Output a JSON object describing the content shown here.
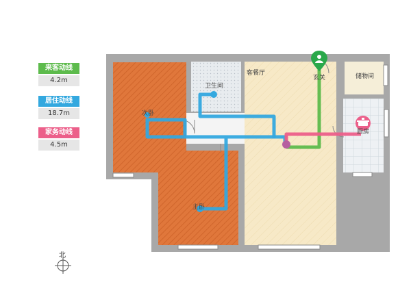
{
  "legend": [
    {
      "name": "来客动线",
      "value": "4.2m",
      "color": "#5dbb4c"
    },
    {
      "name": "居住动线",
      "value": "18.7m",
      "color": "#33a8df"
    },
    {
      "name": "家务动线",
      "value": "4.5m",
      "color": "#ec5f8a"
    }
  ],
  "rooms": {
    "second_bedroom": "次卧",
    "bathroom": "卫生间",
    "living_dining": "客餐厅",
    "entrance": "玄关",
    "storage": "储物间",
    "kitchen": "厨房",
    "master_bedroom": "主卧"
  },
  "compass": {
    "label": "北"
  },
  "icons": {
    "guest": "person-pin-icon",
    "kitchen": "cooking-pot-icon",
    "compass": "north-compass-icon"
  },
  "colors": {
    "wall": "#a8a8a8",
    "bedroom_floor": "#e0773b",
    "living_floor": "#f7e9c7",
    "bathroom_floor": "#e8ecef",
    "kitchen_floor": "#eef1f4"
  }
}
